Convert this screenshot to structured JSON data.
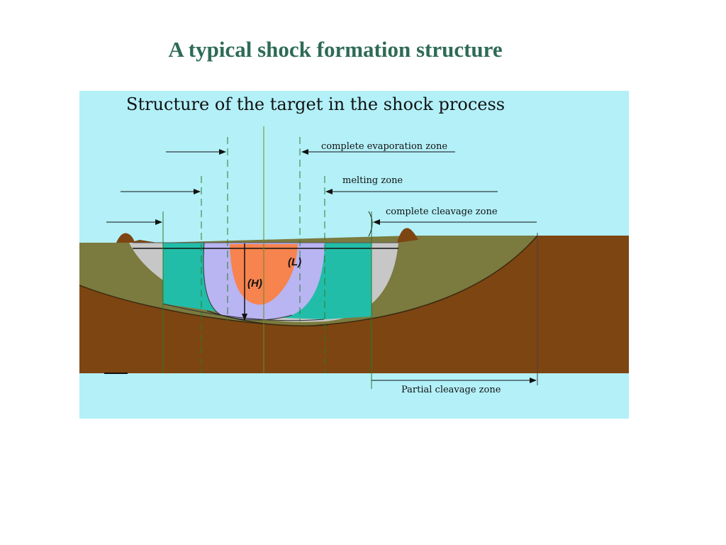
{
  "slide": {
    "title": "A typical shock formation structure"
  },
  "diagram": {
    "title": "Structure of the target in the shock process",
    "labels": {
      "evaporation": "complete evaporation zone",
      "melting": "melting zone",
      "cleavage": "complete cleavage zone",
      "partial": "Partial cleavage zone",
      "length": "(L)",
      "height": "(H)"
    },
    "colors": {
      "background": "#b3f0f8",
      "ground": "#7d4512",
      "partial_zone": "#7b7a3f",
      "cleavage_zone": "#c7c7c7",
      "melting_zone": "#22bda9",
      "evaporation_zone": "#b9b4f2",
      "core": "#f7834e"
    }
  }
}
